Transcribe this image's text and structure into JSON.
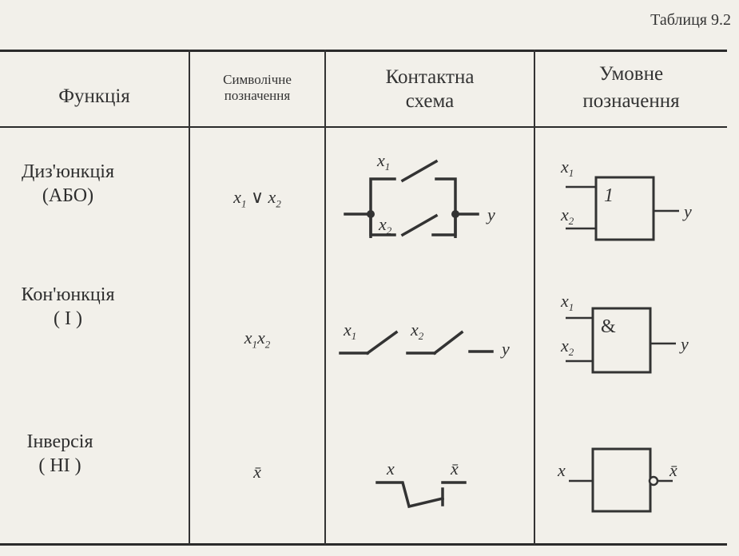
{
  "caption": "Таблиця 9.2",
  "headers": {
    "function": "Функція",
    "symbolic_1": "Символічне",
    "symbolic_2": "позначення",
    "contact_1": "Контактна",
    "contact_2": "схема",
    "conditional_1": "Умовне",
    "conditional_2": "позначення"
  },
  "rows": [
    {
      "name": "Диз'юнкція",
      "alias": "(АБО)",
      "expr_a": "x",
      "sub_a": "1",
      "op": " ∨ ",
      "expr_b": "x",
      "sub_b": "2",
      "gate_label": "1"
    },
    {
      "name": "Кон'юнкція",
      "alias": "( I )",
      "expr_a": "x",
      "sub_a": "1",
      "expr_b": "x",
      "sub_b": "2",
      "gate_label": "&"
    },
    {
      "name": "Інверсія",
      "alias": "( НІ )",
      "expr": "x̄"
    }
  ],
  "labels": {
    "x": "x",
    "x1": "1",
    "x2": "2",
    "y": "y",
    "xbar": "x̄"
  }
}
